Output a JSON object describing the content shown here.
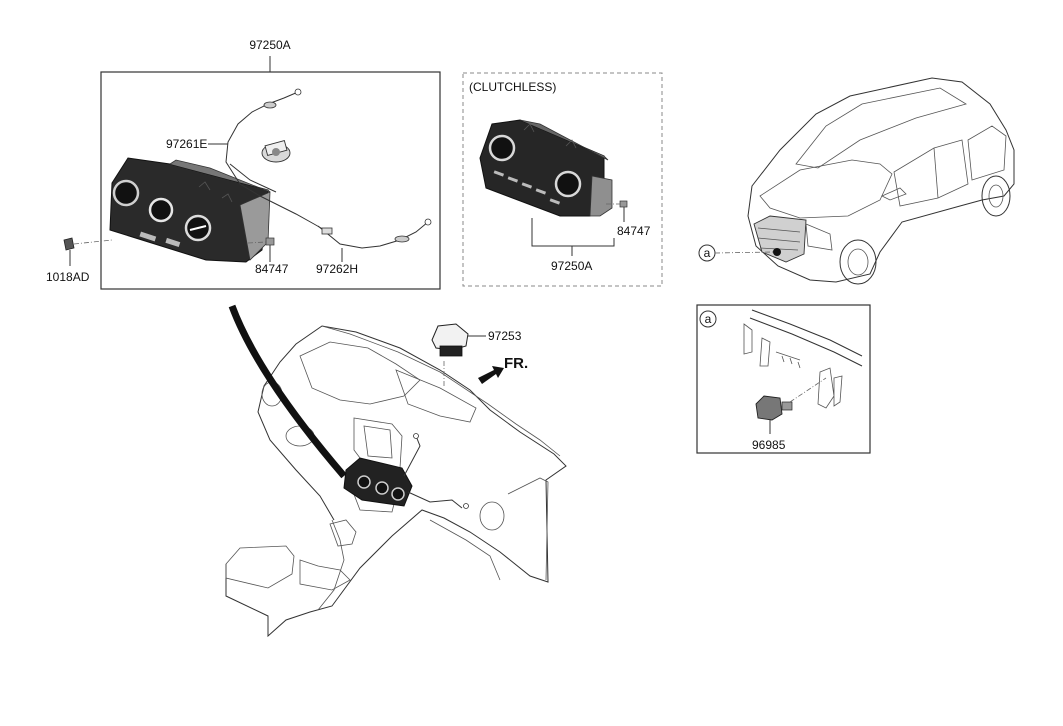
{
  "labels": {
    "main_assembly": "97250A",
    "cable_upper": "97261E",
    "cable_lower": "97262H",
    "screw": "1018AD",
    "clip_left": "84747",
    "clutchless_title": "(CLUTCHLESS)",
    "clip_right": "84747",
    "clutchless_assembly": "97250A",
    "sensor_top": "97253",
    "front_arrow": "FR.",
    "callout_a_car": "a",
    "callout_a_box": "a",
    "sensor_bottom": "96985"
  }
}
